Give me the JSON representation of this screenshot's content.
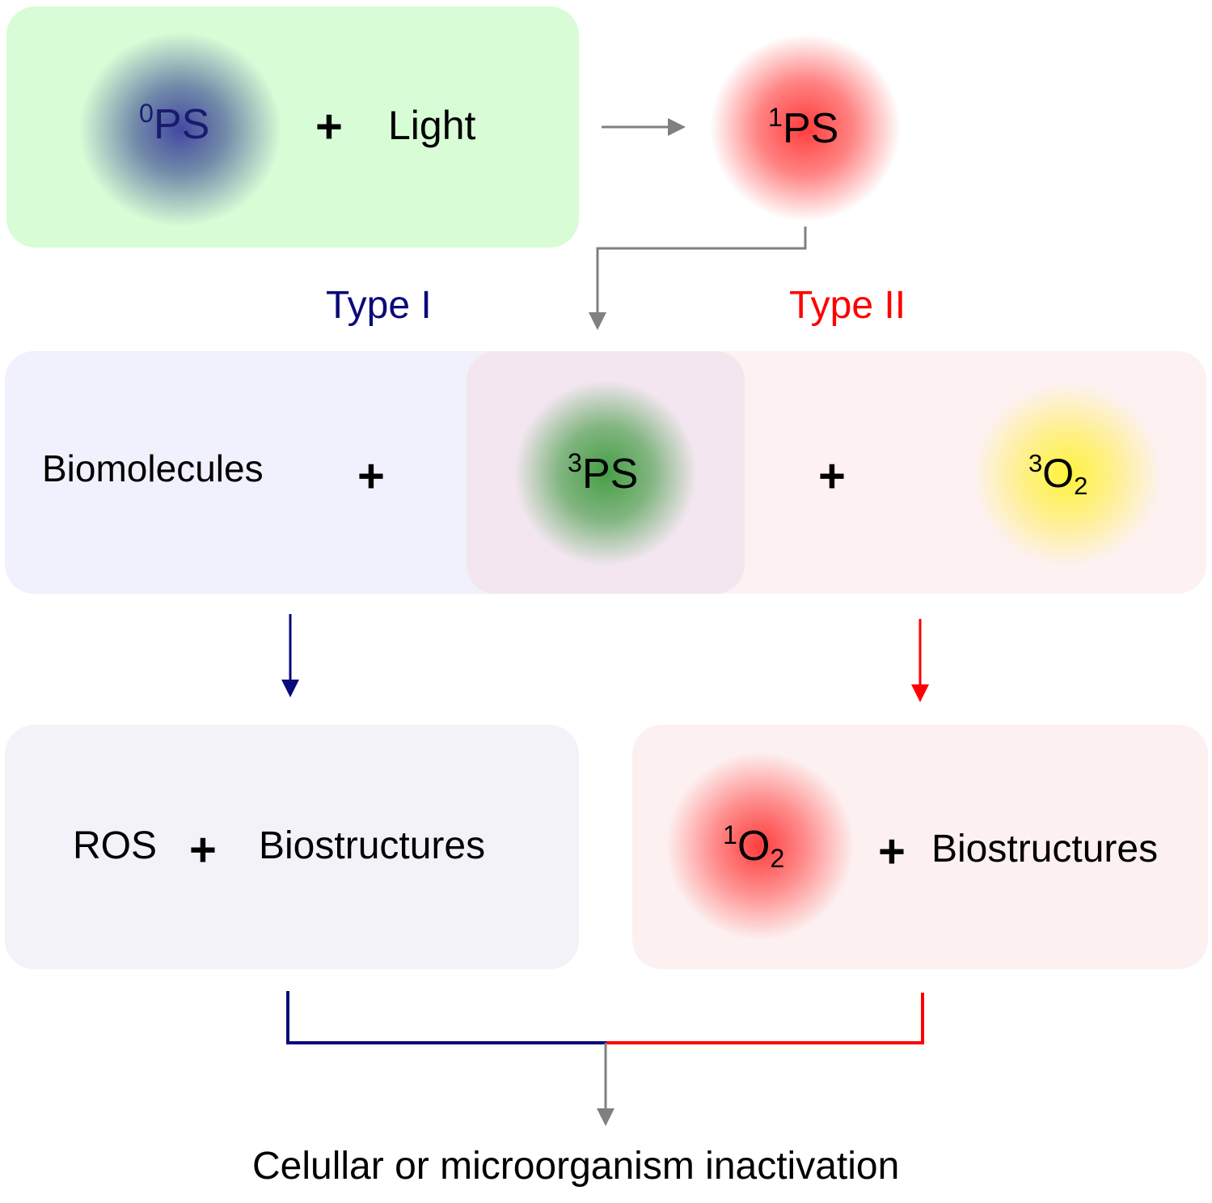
{
  "colors": {
    "type1": "#0a0a7a",
    "type2": "#ff0000",
    "connector": "#808080",
    "ground_state_box": "#d8fcd6",
    "type1_box": "#f1f1fd",
    "triplet_box": "#f3e6f0",
    "type2_box": "#fdf1f1",
    "products_type1_box": "#f3f2f9",
    "products_type2_box": "#fdf0f0"
  },
  "step1": {
    "ground_state": {
      "superscript": "0",
      "symbol": "PS",
      "glow": "#3a3f9e"
    },
    "plus": "+",
    "light": "Light"
  },
  "step2": {
    "singlet_state": {
      "superscript": "1",
      "symbol": "PS",
      "glow": "#ff4a4a"
    }
  },
  "pathways": {
    "type1_label": "Type I",
    "type2_label": "Type II"
  },
  "step3": {
    "biomolecules": "Biomolecules",
    "plus_left": "+",
    "triplet_state": {
      "superscript": "3",
      "symbol": "PS",
      "glow": "#3c9a3c"
    },
    "plus_right": "+",
    "oxygen": {
      "superscript": "3",
      "symbol": "O",
      "subscript": "2",
      "glow": "#fff23a"
    }
  },
  "step4": {
    "type1_product": {
      "ros": "ROS",
      "plus": "+",
      "target": "Biostructures"
    },
    "type2_product": {
      "singlet_oxygen": {
        "superscript": "1",
        "symbol": "O",
        "subscript": "2",
        "glow": "#ff4a4a"
      },
      "plus": "+",
      "target": "Biostructures"
    }
  },
  "outcome": "Celullar or microorganism inactivation"
}
